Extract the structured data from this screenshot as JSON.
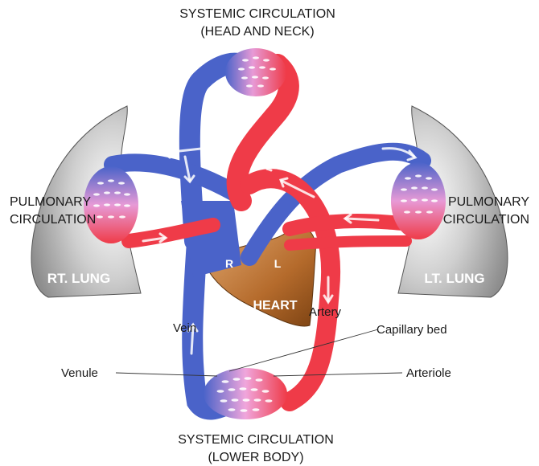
{
  "labels": {
    "systemic_top_line1": "SYSTEMIC CIRCULATION",
    "systemic_top_line2": "(HEAD AND NECK)",
    "systemic_bottom_line1": "SYSTEMIC CIRCULATION",
    "systemic_bottom_line2": "(LOWER BODY)",
    "pulmonary_left_line1": "PULMONARY",
    "pulmonary_left_line2": "CIRCULATION",
    "pulmonary_right_line1": "PULMONARY",
    "pulmonary_right_line2": "CIRCULATION",
    "rt_lung": "RT. LUNG",
    "lt_lung": "LT. LUNG",
    "heart": "HEART",
    "right_chamber": "R",
    "left_chamber": "L",
    "vein": "Vein",
    "artery": "Artery",
    "capillary_bed": "Capillary bed",
    "venule": "Venule",
    "arteriole": "Arteriole"
  },
  "colors": {
    "deoxygenated_blood": "#4a63c9",
    "oxygenated_blood": "#ef3b48",
    "lung": "#c8c8c8",
    "heart": "#b26a2e",
    "capillary_highlight": "#f4a3d3"
  }
}
